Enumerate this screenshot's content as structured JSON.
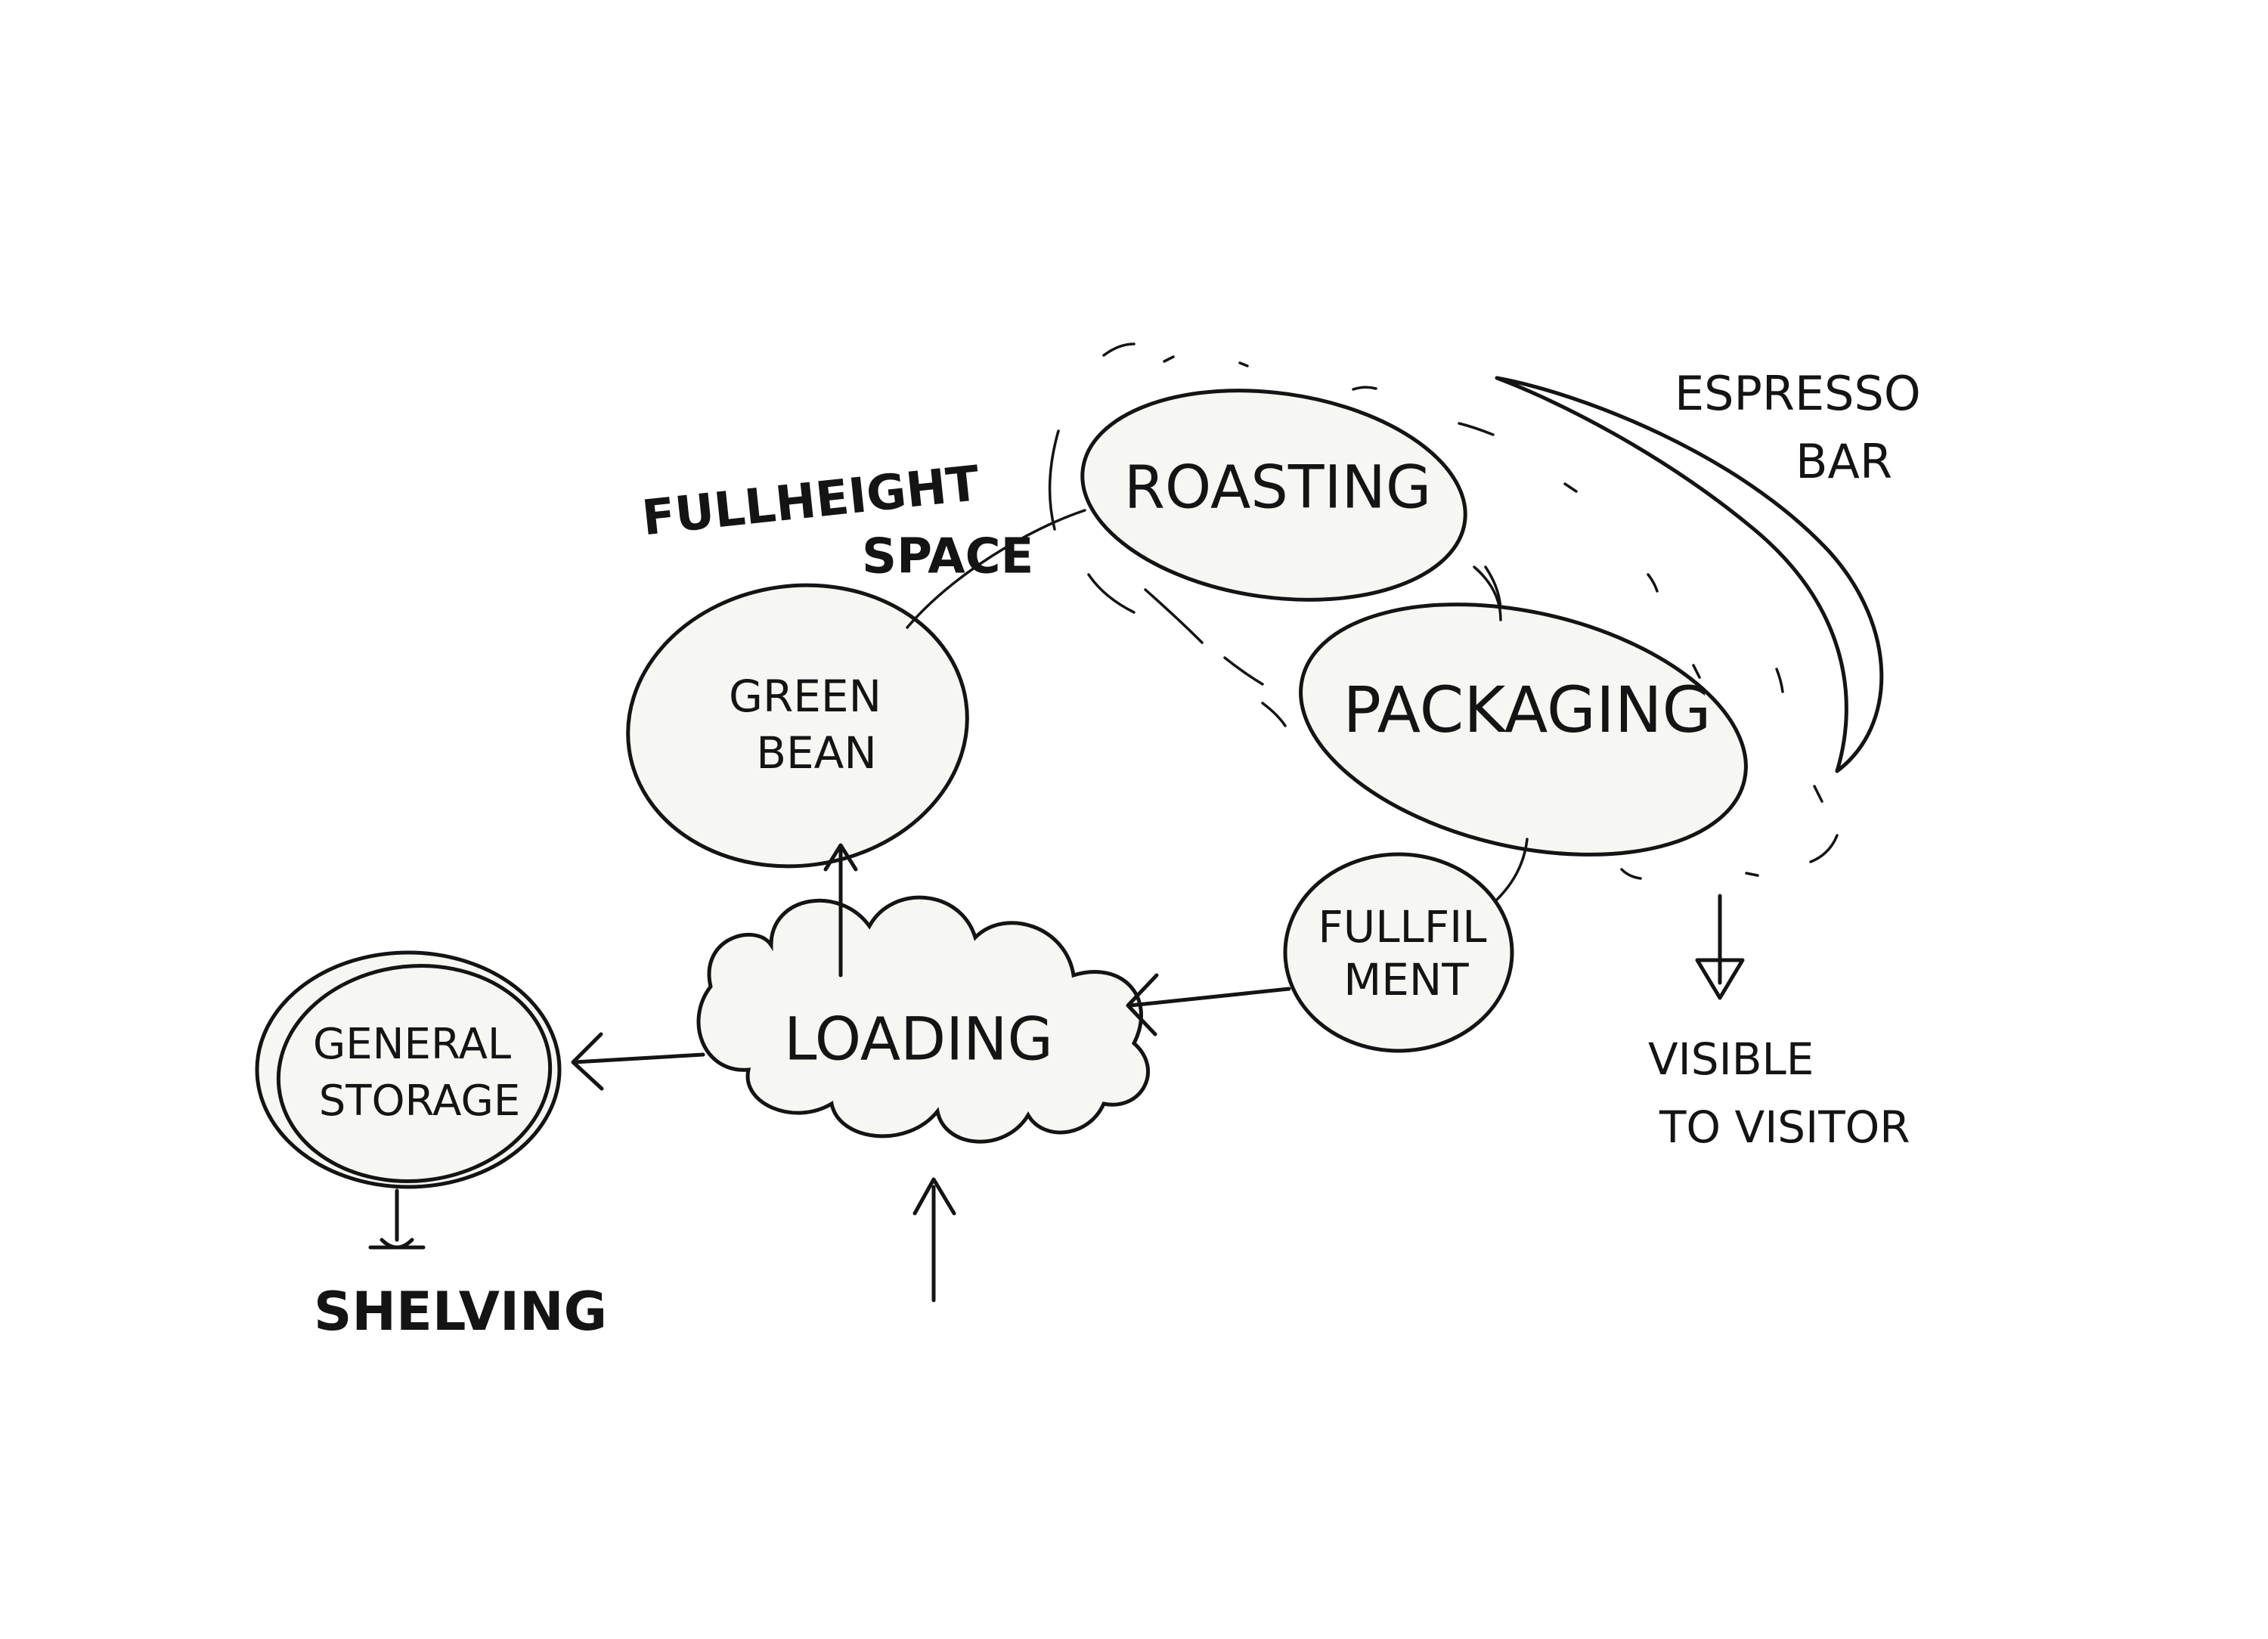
{
  "nodes": {
    "green_bean": {
      "line1": "GREEN",
      "line2": "BEAN"
    },
    "roasting": {
      "label": "ROASTING"
    },
    "packaging": {
      "label": "PACKAGING"
    },
    "fulfillment": {
      "line1": "FULLFIL",
      "line2": "MENT"
    },
    "loading": {
      "label": "LOADING"
    },
    "general_storage": {
      "line1": "GENERAL",
      "line2": "STORAGE"
    }
  },
  "annotations": {
    "full_height": {
      "line1": "FULLHEIGHT",
      "line2": "SPACE"
    },
    "espresso_bar": {
      "line1": "ESPRESSO",
      "line2": "BAR"
    },
    "visible": {
      "line1": "VISIBLE",
      "line2": "TO VISITOR"
    },
    "shelving": {
      "label": "SHELVING"
    }
  },
  "colors": {
    "ink": "#141414",
    "paper": "#ffffff",
    "bubble_fill": "#f6f6f3"
  }
}
